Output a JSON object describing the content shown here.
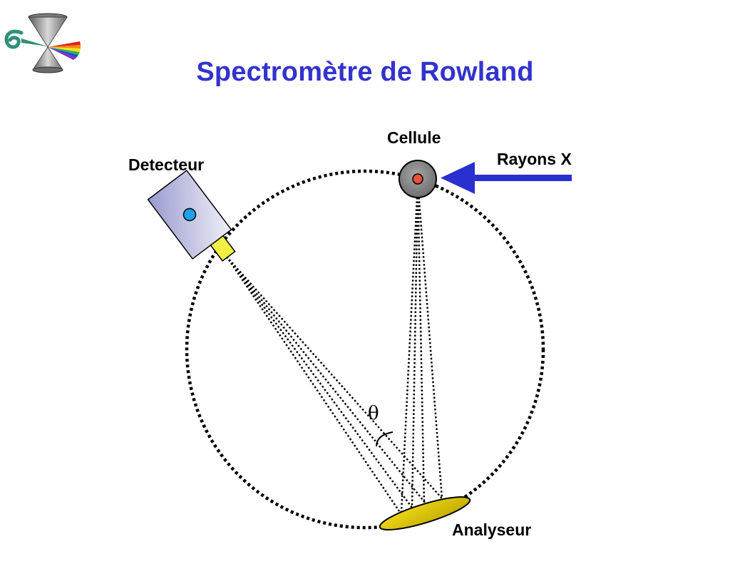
{
  "slide": {
    "title": "Spectromètre de Rowland"
  },
  "labels": {
    "cell": "Cellule",
    "xrays": "Rayons X",
    "detector": "Detecteur",
    "analyzer": "Analyseur",
    "angle": "θ"
  },
  "colors": {
    "title": "#3333cc",
    "arrow": "#2a2fd0",
    "circle": "#000000",
    "cell_body": "#8c8c8c",
    "sample": "#e8533a",
    "detector_body": "#c9c9e6",
    "detector_window": "#1ea2ef",
    "detector_nozzle": "#f2ef45",
    "analyzer": "#d9c400"
  },
  "icons": {
    "logo": "hourglass-spectrum-logo-icon"
  }
}
